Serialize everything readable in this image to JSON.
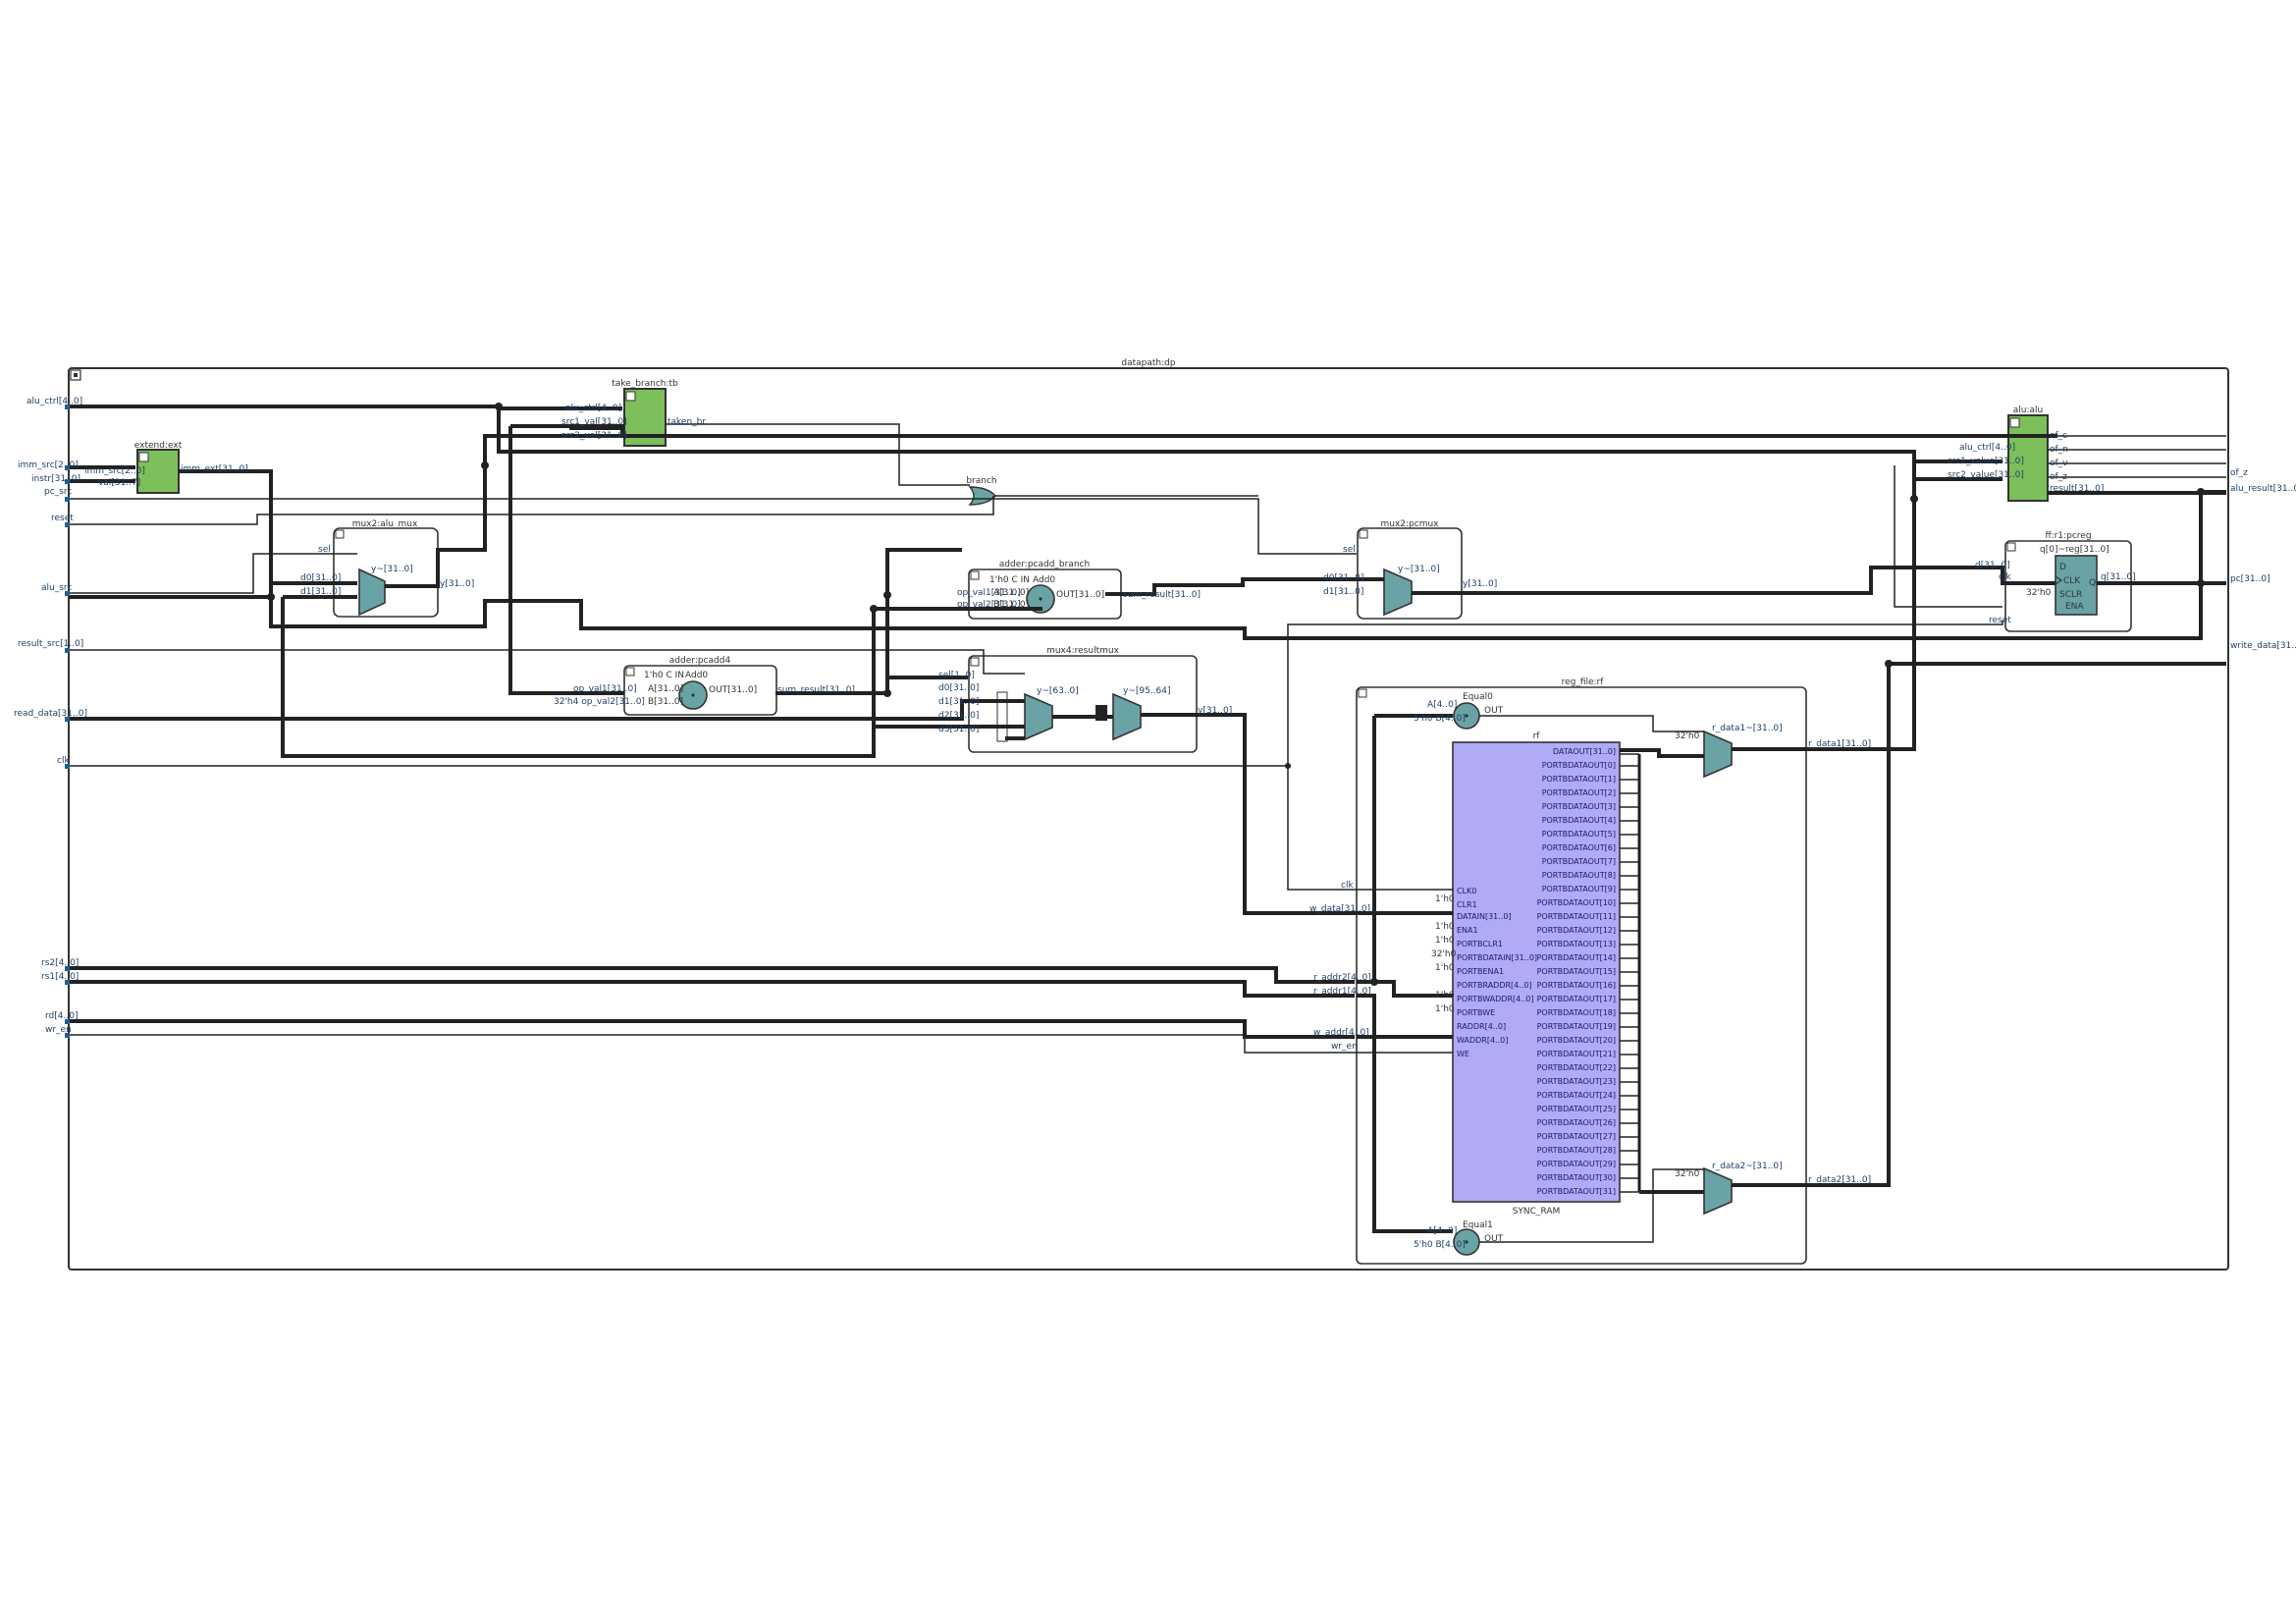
{
  "colors": {
    "module_green": "#7dbf5a",
    "mux_teal": "#6aa3a6",
    "ram_purple": "#b0aaf7",
    "wire": "#222222",
    "pin": "#1f5f8f"
  },
  "top_module": {
    "title": "datapath:dp"
  },
  "ports_in": [
    {
      "id": "alu_ctrl",
      "label": "alu_ctrl[4..0]"
    },
    {
      "id": "imm_src",
      "label": "imm_src[2..0]"
    },
    {
      "id": "instr",
      "label": "instr[31..0]"
    },
    {
      "id": "pc_src",
      "label": "pc_src"
    },
    {
      "id": "reset",
      "label": "reset"
    },
    {
      "id": "alu_src",
      "label": "alu_src"
    },
    {
      "id": "result_src",
      "label": "result_src[1..0]"
    },
    {
      "id": "read_data",
      "label": "read_data[31..0]"
    },
    {
      "id": "clk",
      "label": "clk"
    },
    {
      "id": "rs2",
      "label": "rs2[4..0]"
    },
    {
      "id": "rs1",
      "label": "rs1[4..0]"
    },
    {
      "id": "rd",
      "label": "rd[4..0]"
    },
    {
      "id": "wr_en",
      "label": "wr_en"
    }
  ],
  "ports_out": [
    {
      "id": "of_z",
      "label": "of_z"
    },
    {
      "id": "alu_result",
      "label": "alu_result[31..0]"
    },
    {
      "id": "pc",
      "label": "pc[31..0]"
    },
    {
      "id": "write_data",
      "label": "write_data[31..0]"
    }
  ],
  "blocks": {
    "extend": {
      "title": "extend:ext",
      "in_a": "imm_src[2..0]",
      "in_b": "val[31..7]",
      "out": "imm_ext[31..0]"
    },
    "take_branch": {
      "title": "take_branch:tb",
      "in_a": "alu_ctrl[4..0]",
      "in_b": "src1_val[31..0]",
      "in_c": "src2_val[31..0]",
      "out": "taken_br"
    },
    "branch_gate": {
      "title": "branch"
    },
    "mux2_alu": {
      "title": "mux2:alu_mux",
      "sel": "sel",
      "d0": "d0[31..0]",
      "d1": "d1[31..0]",
      "out": "y[31..0]",
      "mux_out": "y~[31..0]"
    },
    "adder_branch": {
      "title": "adder:pcadd_branch",
      "add_title": "Add0",
      "const": "1'h0 C IN",
      "in_a": "op_val1[31..0]",
      "in_b": "op_val2[31..0]",
      "port_a": "A[31..0]",
      "port_b": "B[31..0]",
      "out_port": "OUT[31..0]",
      "out": "sum_result[31..0]"
    },
    "adder_pc4": {
      "title": "adder:pcadd4",
      "add_title": "Add0",
      "const": "1'h0 C IN",
      "in_a": "op_val1[31..0]",
      "in_b": "32'h4 op_val2[31..0]",
      "port_a": "A[31..0]",
      "port_b": "B[31..0]",
      "out_port": "OUT[31..0]",
      "out": "sum_result[31..0]"
    },
    "mux2_pc": {
      "title": "mux2:pcmux",
      "sel": "sel",
      "d0": "d0[31..0]",
      "d1": "d1[31..0]",
      "out": "y[31..0]",
      "mux_out": "y~[31..0]"
    },
    "mux4_result": {
      "title": "mux4:resultmux",
      "s": "sel[1..0]",
      "d0": "d0[31..0]",
      "d1": "d1[31..0]",
      "d2": "d2[31..0]",
      "d3": "d3[31..0]",
      "out": "y[31..0]",
      "m1": "y~[63..0]",
      "m2": "y~[95..64]"
    },
    "alu": {
      "title": "alu:alu",
      "in_a": "alu_ctrl[4..0]",
      "in_b": "src1_value[31..0]",
      "in_c": "src2_value[31..0]",
      "o1": "of_c",
      "o2": "of_n",
      "o3": "of_v",
      "o4": "of_z",
      "o5": "result[31..0]"
    },
    "ff": {
      "title": "ff:r1:pcreg",
      "in_d": "d[31..0]",
      "in_clk": "clk",
      "in_rst": "reset",
      "q": "q[31..0]",
      "reg_title": "q[0]~reg[31..0]",
      "p_d": "D",
      "p_clk": "CLK",
      "p_clr": "SCLR",
      "p_q": "Q",
      "p_en": "ENA",
      "const": "32'h0"
    },
    "reg_file": {
      "title": "reg_file:rf",
      "ram_title": "rf",
      "ram_type": "SYNC_RAM",
      "eq0": "Equal0",
      "eq0_a": "A[4..0]",
      "eq0_b": "5'h0 B[4..0]",
      "eq0_out": "OUT",
      "eq1": "Equal1",
      "eq1_a": "A[4..0]",
      "eq1_b": "5'h0 B[4..0]",
      "eq1_out": "OUT",
      "in_clk": "clk",
      "in_wdata": "w_data[31..0]",
      "in_raddr2": "r_addr2[4..0]",
      "in_raddr1": "r_addr1[4..0]",
      "in_waddr": "w_addr[4..0]",
      "in_wren": "wr_en",
      "out_rdata1": "r_data1[31..0]",
      "out_rdata2": "r_data2[31..0]",
      "mux1": "r_data1~[31..0]",
      "mux2": "r_data2~[31..0]",
      "const_32": "32'h0",
      "const_1": "1'h0",
      "ram_left": [
        "CLK0",
        "CLR1",
        "DATAIN[31..0]",
        "ENA1",
        "PORTBCLR1",
        "PORTBDATAIN[31..0]",
        "PORTBENA1",
        "PORTBRADDR[4..0]",
        "PORTBWADDR[4..0]",
        "PORTBWE",
        "RADDR[4..0]",
        "WADDR[4..0]",
        "WE"
      ],
      "ram_out_first": "DATAOUT[31..0]",
      "ram_out_rows": [
        "PORTBDATAOUT[0]",
        "PORTBDATAOUT[1]",
        "PORTBDATAOUT[2]",
        "PORTBDATAOUT[3]",
        "PORTBDATAOUT[4]",
        "PORTBDATAOUT[5]",
        "PORTBDATAOUT[6]",
        "PORTBDATAOUT[7]",
        "PORTBDATAOUT[8]",
        "PORTBDATAOUT[9]",
        "PORTBDATAOUT[10]",
        "PORTBDATAOUT[11]",
        "PORTBDATAOUT[12]",
        "PORTBDATAOUT[13]",
        "PORTBDATAOUT[14]",
        "PORTBDATAOUT[15]",
        "PORTBDATAOUT[16]",
        "PORTBDATAOUT[17]",
        "PORTBDATAOUT[18]",
        "PORTBDATAOUT[19]",
        "PORTBDATAOUT[20]",
        "PORTBDATAOUT[21]",
        "PORTBDATAOUT[22]",
        "PORTBDATAOUT[23]",
        "PORTBDATAOUT[24]",
        "PORTBDATAOUT[25]",
        "PORTBDATAOUT[26]",
        "PORTBDATAOUT[27]",
        "PORTBDATAOUT[28]",
        "PORTBDATAOUT[29]",
        "PORTBDATAOUT[30]",
        "PORTBDATAOUT[31]"
      ]
    }
  }
}
